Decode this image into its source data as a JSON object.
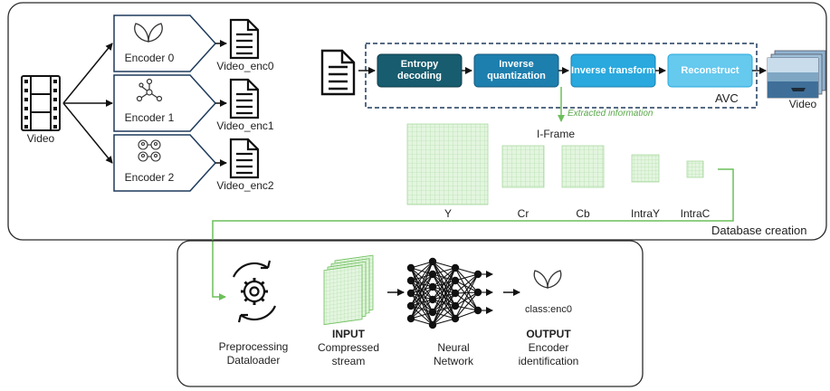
{
  "source": {
    "label": "Video"
  },
  "encoders": [
    {
      "label": "Encoder 0",
      "output": "Video_enc0",
      "icon": "leaf-icon"
    },
    {
      "label": "Encoder 1",
      "output": "Video_enc1",
      "icon": "network-icon"
    },
    {
      "label": "Encoder 2",
      "output": "Video_enc2",
      "icon": "people-network-icon"
    }
  ],
  "decoder": {
    "steps": [
      "Entropy decoding",
      "Inverse quantization",
      "Inverse transform",
      "Reconstruct"
    ],
    "container_label": "AVC",
    "output_label": "Video",
    "extracted_label": "Extracted information"
  },
  "iframe": {
    "title": "I-Frame",
    "components": [
      "Y",
      "Cr",
      "Cb",
      "IntraY",
      "IntraC"
    ]
  },
  "database_label": "Database creation",
  "training": {
    "preprocess": [
      "Preprocessing",
      "Dataloader"
    ],
    "input": {
      "heading": "INPUT",
      "lines": [
        "Compressed",
        "stream"
      ]
    },
    "network": [
      "Neural",
      "Network"
    ],
    "class_label": "class:enc0",
    "output": {
      "heading": "OUTPUT",
      "lines": [
        "Encoder",
        "identification"
      ]
    }
  },
  "colors": {
    "navy": "#1e3a5c",
    "step_fills": [
      "#175c6f",
      "#1d7fae",
      "#29a9de",
      "#66c9ee"
    ],
    "green": "#6cbf5a",
    "grid_fill": "#e3f5df",
    "grid_line": "#a9d9a0"
  }
}
